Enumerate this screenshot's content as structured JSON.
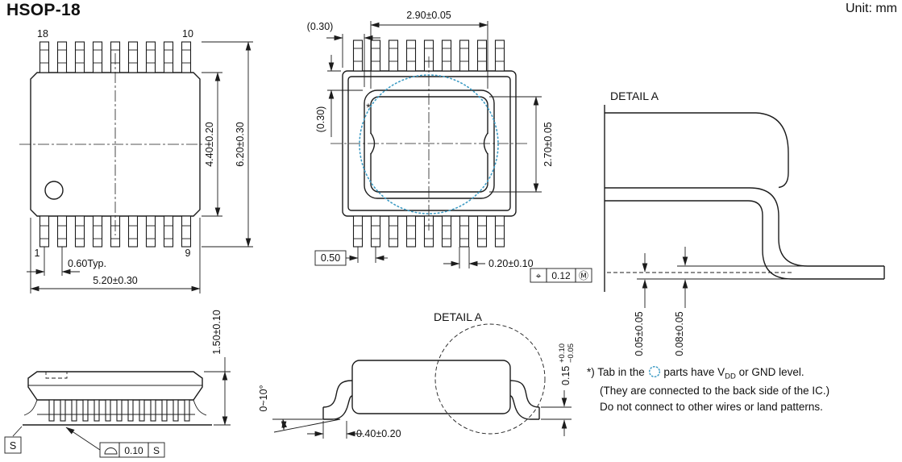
{
  "header": {
    "title": "HSOP-18",
    "unit": "Unit: mm"
  },
  "colors": {
    "accent_dotted": "#3d9bc4",
    "line": "#1c1c1c"
  },
  "top_view": {
    "pin_top_left": "18",
    "pin_top_right": "10",
    "pin_bottom_left": "1",
    "pin_bottom_right": "9",
    "dim_body_height": "4.40±0.20",
    "dim_overall_height": "6.20±0.30",
    "dim_pitch": "0.60Typ.",
    "dim_overall_width": "5.20±0.30"
  },
  "bottom_view": {
    "footnote_mark": "*",
    "dim_offset_top": "(0.30)",
    "dim_pad_width": "2.90±0.05",
    "dim_offset_left": "(0.30)",
    "dim_pad_height": "2.70±0.05",
    "dim_lead_pitch": "0.50",
    "dim_lead_width": "0.20±0.10",
    "fcf_symbol": "⌖",
    "fcf_value": "0.12",
    "fcf_modifier": "Ⓜ"
  },
  "detail_a": {
    "label": "DETAIL A",
    "dim_standoff": "0.05±0.05",
    "dim_coplanarity": "0.08±0.05"
  },
  "side_view": {
    "dim_height": "1.50±0.10",
    "datum_label": "S",
    "frame_symbol_icon": "seating-plane-icon",
    "frame_value": "0.10",
    "frame_datum": "S"
  },
  "front_view": {
    "detail_label": "DETAIL A",
    "dim_angle": "0~10°",
    "dim_foot_length": "0.40±0.20",
    "dim_lead_thickness": "0.15",
    "dim_thickness_plus": "+0.10",
    "dim_thickness_minus": "−0.05"
  },
  "note": {
    "l1a": "*) Tab in the",
    "l1b": "parts have V",
    "l1_sub": "DD",
    "l1c": " or GND level.",
    "l2": "(They are connected to the back side of the IC.)",
    "l3": "Do not connect to other wires or land patterns."
  }
}
